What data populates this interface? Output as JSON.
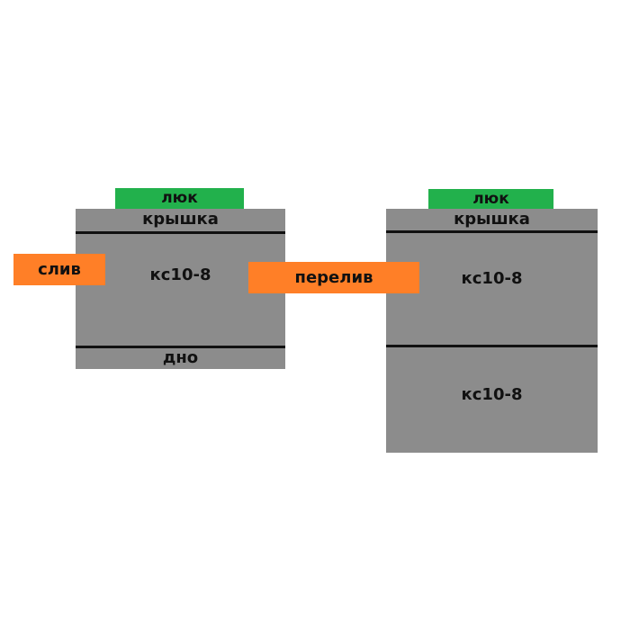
{
  "colors": {
    "ring": "#8c8c8c",
    "hatch": "#22b14c",
    "pipe": "#ff7f27",
    "divider": "#111111",
    "text": "#111111"
  },
  "left_well": {
    "hatch": "люк",
    "lid": "крышка",
    "ring": "кс10-8",
    "bottom": "дно"
  },
  "right_well": {
    "hatch": "люк",
    "lid": "крышка",
    "ring_upper": "кс10-8",
    "ring_lower": "кс10-8"
  },
  "pipes": {
    "drain": "слив",
    "overflow": "перелив"
  }
}
